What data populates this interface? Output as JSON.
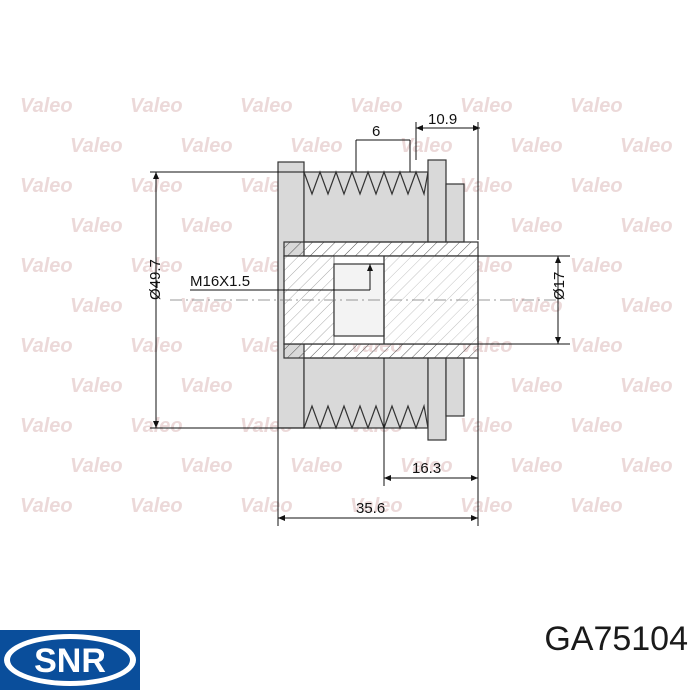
{
  "watermark": "Valeo",
  "dimensions": {
    "groove_width": "6",
    "hub_length": "10.9",
    "outer_diameter": "Ø49.7",
    "thread": "M16X1.5",
    "bore_diameter": "Ø17",
    "inner_length": "16.3",
    "total_length": "35.6"
  },
  "brand": {
    "name": "SNR",
    "color": "#0a4e9b"
  },
  "part_number": "GA75104",
  "colors": {
    "part_fill": "#d9d9d9",
    "stroke": "#333333",
    "accent": "#0a4e9b"
  }
}
